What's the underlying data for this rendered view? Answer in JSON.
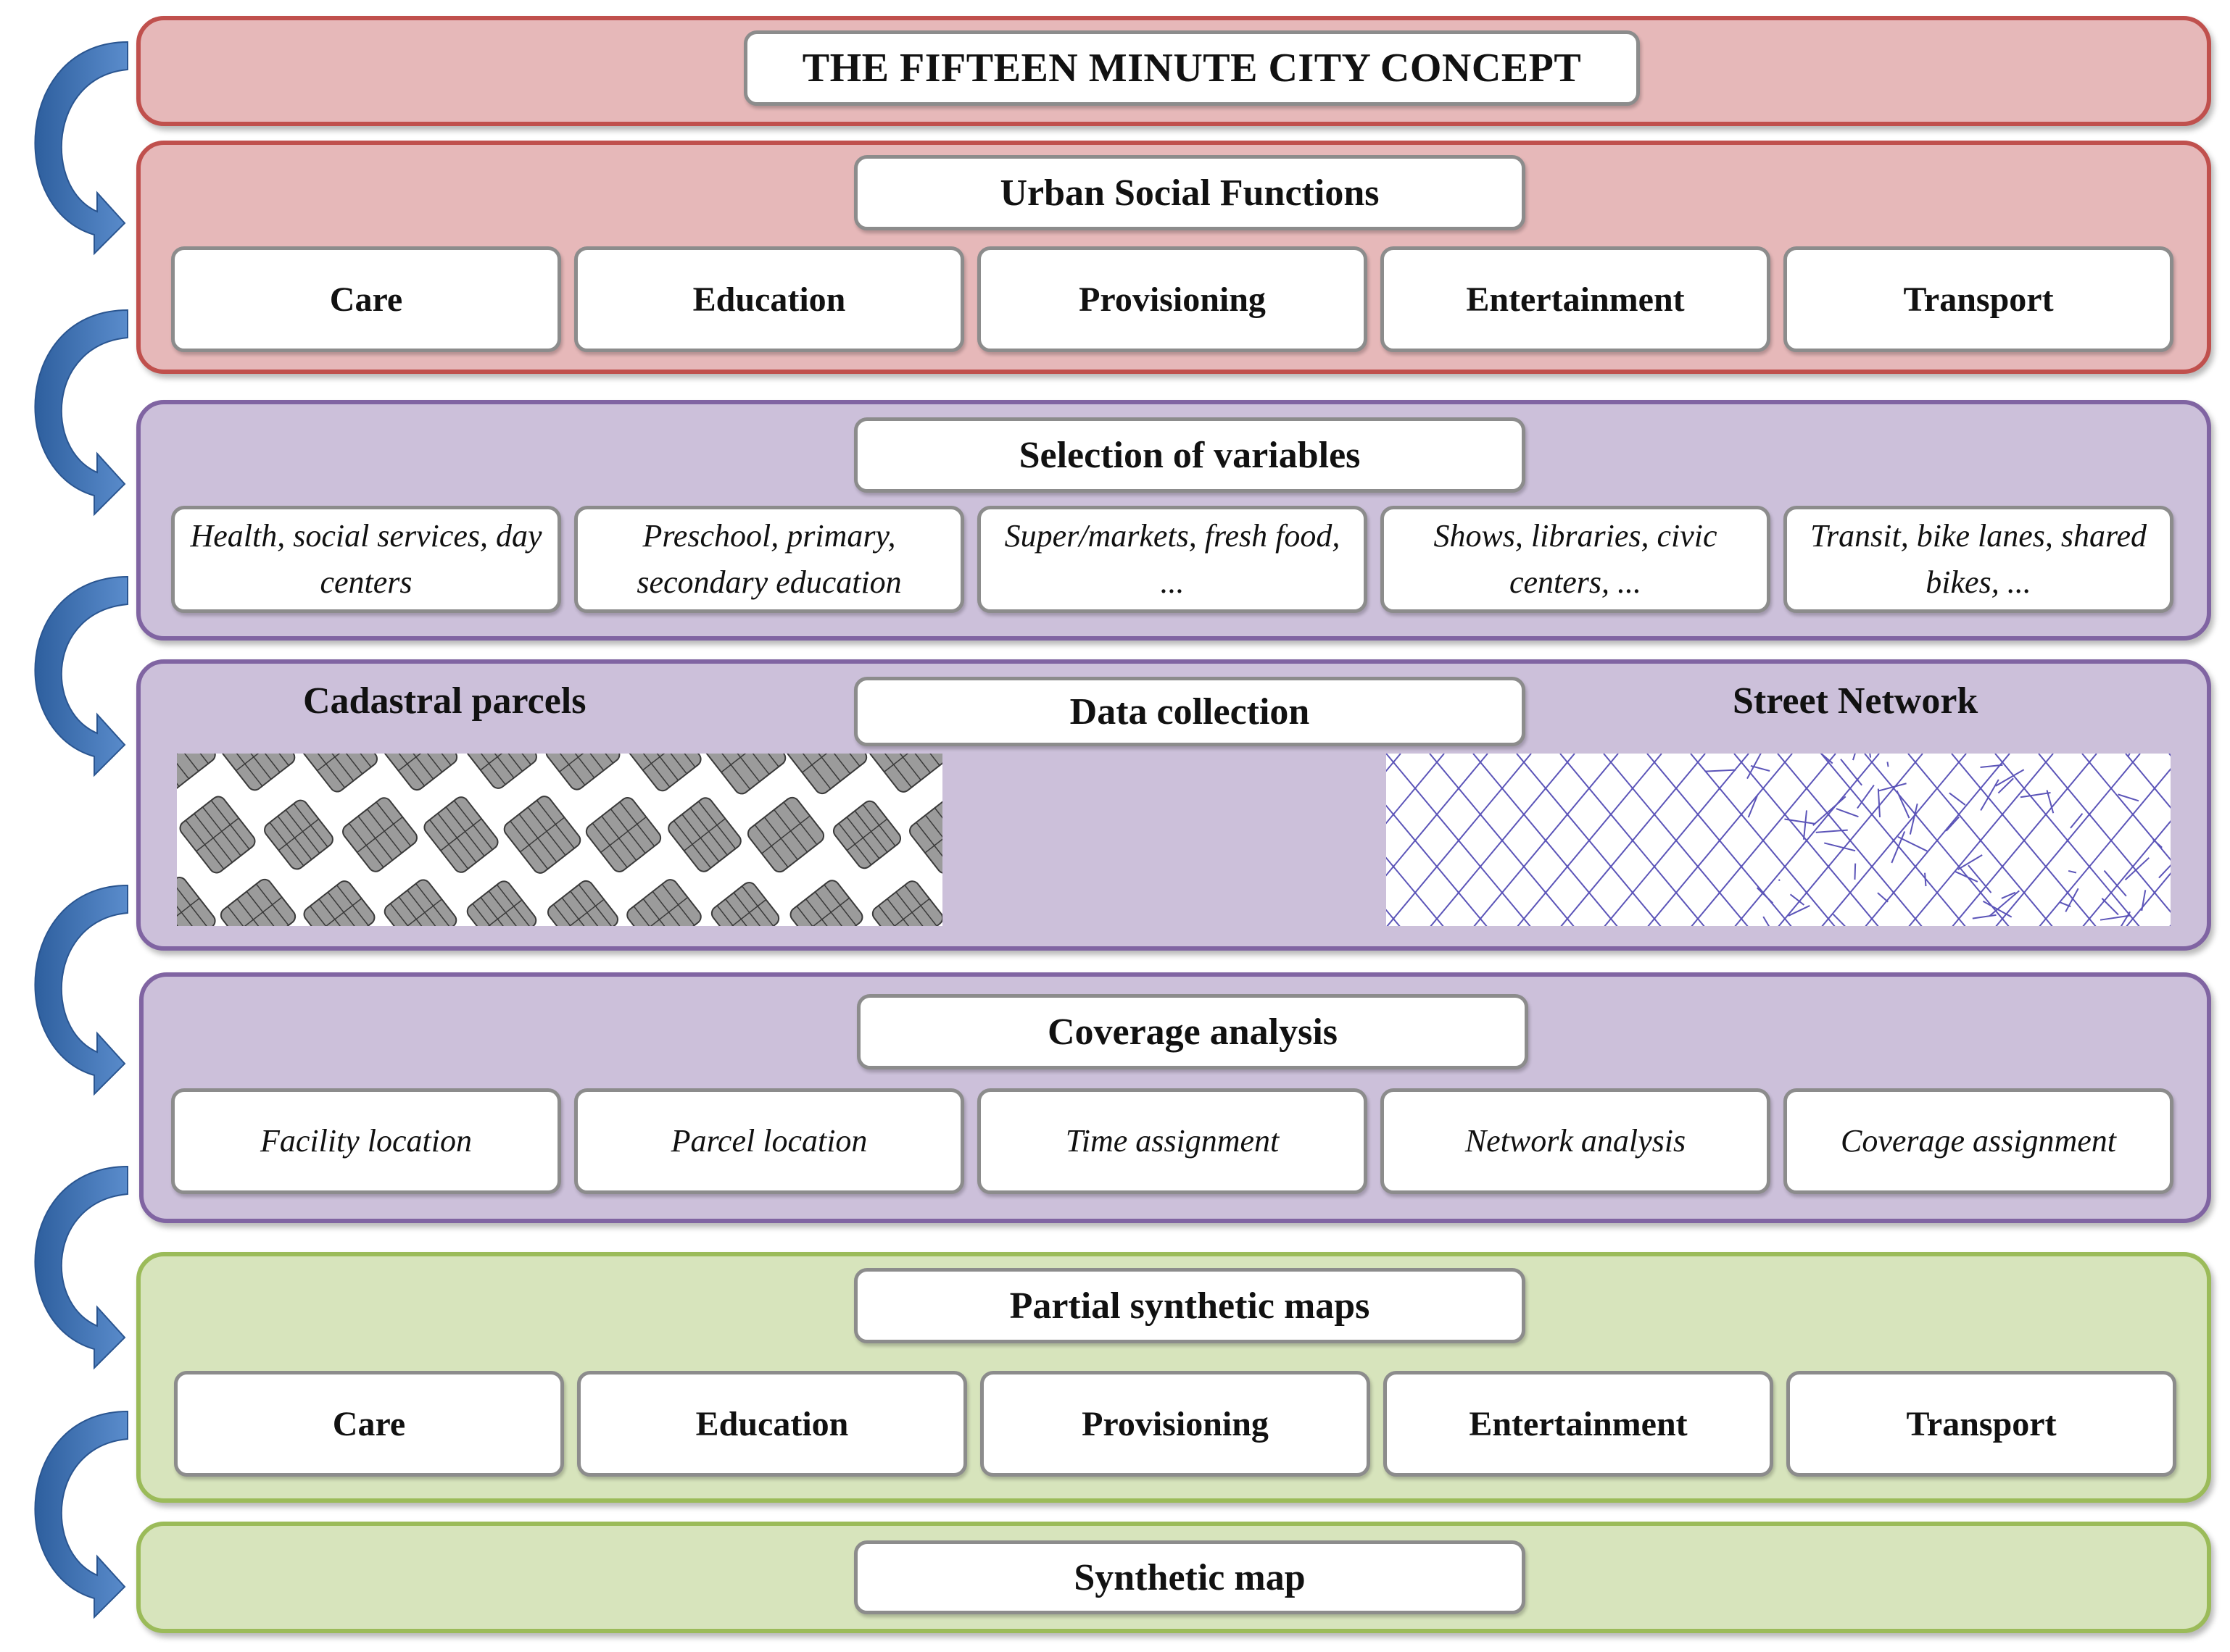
{
  "main_title": "THE FIFTEEN MINUTE CITY CONCEPT",
  "urban_social_functions": {
    "title": "Urban Social Functions",
    "items": [
      "Care",
      "Education",
      "Provisioning",
      "Entertainment",
      "Transport"
    ]
  },
  "selection_of_variables": {
    "title": "Selection of variables",
    "items": [
      "Health, social services, day centers",
      "Preschool, primary, secondary education",
      "Super/markets, fresh food, ...",
      "Shows, libraries, civic centers, ...",
      "Transit, bike lanes, shared bikes, ..."
    ]
  },
  "data_collection": {
    "title": "Data collection",
    "left_label": "Cadastral parcels",
    "right_label": "Street Network"
  },
  "coverage_analysis": {
    "title": "Coverage analysis",
    "items": [
      "Facility location",
      "Parcel location",
      "Time assignment",
      "Network analysis",
      "Coverage assignment"
    ]
  },
  "partial_synthetic_maps": {
    "title": "Partial synthetic maps",
    "items": [
      "Care",
      "Education",
      "Provisioning",
      "Entertainment",
      "Transport"
    ]
  },
  "synthetic_map": {
    "title": "Synthetic map"
  },
  "colors": {
    "red_fill": "#e6b8b9",
    "red_border": "#c0504d",
    "purple_fill": "#ccc0da",
    "purple_border": "#8064a2",
    "green_fill": "#d7e4bc",
    "green_border": "#9bbb59",
    "arrow": "#4f81bd"
  },
  "icons": [
    "curved-arrow-icon"
  ]
}
